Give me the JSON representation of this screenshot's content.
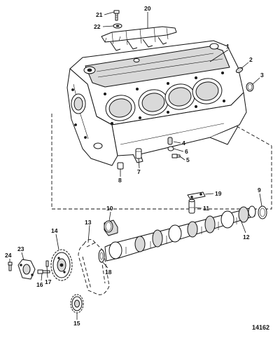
{
  "diagram": {
    "reference_number": "14162",
    "callouts": [
      {
        "id": "c1",
        "label": "1"
      },
      {
        "id": "c2",
        "label": "2"
      },
      {
        "id": "c3",
        "label": "3"
      },
      {
        "id": "c4",
        "label": "4"
      },
      {
        "id": "c5",
        "label": "5"
      },
      {
        "id": "c6",
        "label": "6"
      },
      {
        "id": "c7",
        "label": "7"
      },
      {
        "id": "c8",
        "label": "8"
      },
      {
        "id": "c9",
        "label": "9"
      },
      {
        "id": "c10",
        "label": "10"
      },
      {
        "id": "c11",
        "label": "11"
      },
      {
        "id": "c12",
        "label": "12"
      },
      {
        "id": "c13",
        "label": "13"
      },
      {
        "id": "c14",
        "label": "14"
      },
      {
        "id": "c15",
        "label": "15"
      },
      {
        "id": "c16",
        "label": "16"
      },
      {
        "id": "c17",
        "label": "17"
      },
      {
        "id": "c18",
        "label": "18"
      },
      {
        "id": "c19",
        "label": "19"
      },
      {
        "id": "c20",
        "label": "20"
      },
      {
        "id": "c21",
        "label": "21"
      },
      {
        "id": "c22",
        "label": "22"
      },
      {
        "id": "c23",
        "label": "23"
      },
      {
        "id": "c24",
        "label": "24"
      }
    ]
  }
}
